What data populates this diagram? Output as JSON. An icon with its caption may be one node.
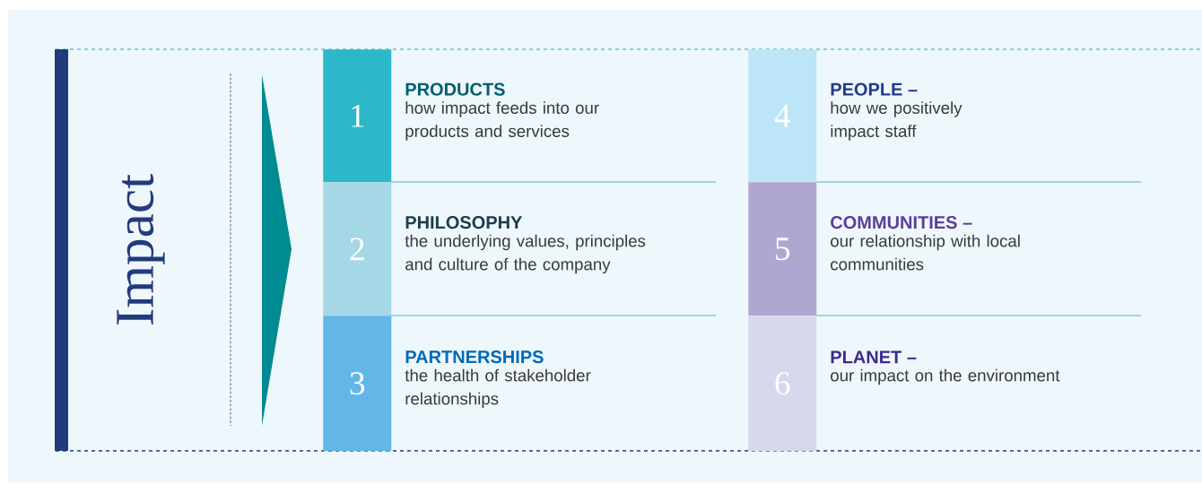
{
  "diagram": {
    "nodes": [
      {
        "text": [
          "1"
        ],
        "beside": [
          "PRODUCTS",
          "how impact feeds into our products and services"
        ]
      },
      {
        "text": [
          "2"
        ],
        "beside": [
          "PHILOSOPHY",
          "the underlying values, principles and culture of the company"
        ]
      },
      {
        "text": [
          "3"
        ],
        "beside": [
          "PARTNERSHIPS",
          "the health of stakeholder relationships"
        ]
      },
      {
        "text": [
          "4"
        ],
        "beside": [
          "PEOPLE –",
          "how we positively impact staff"
        ]
      },
      {
        "text": [
          "5"
        ],
        "beside": [
          "COMMUNITIES –",
          "our relationship with local communities"
        ]
      },
      {
        "text": [
          "6"
        ],
        "beside": [
          "PLANET –",
          "our impact on the environment"
        ]
      }
    ],
    "labels": [
      "Impact"
    ]
  }
}
